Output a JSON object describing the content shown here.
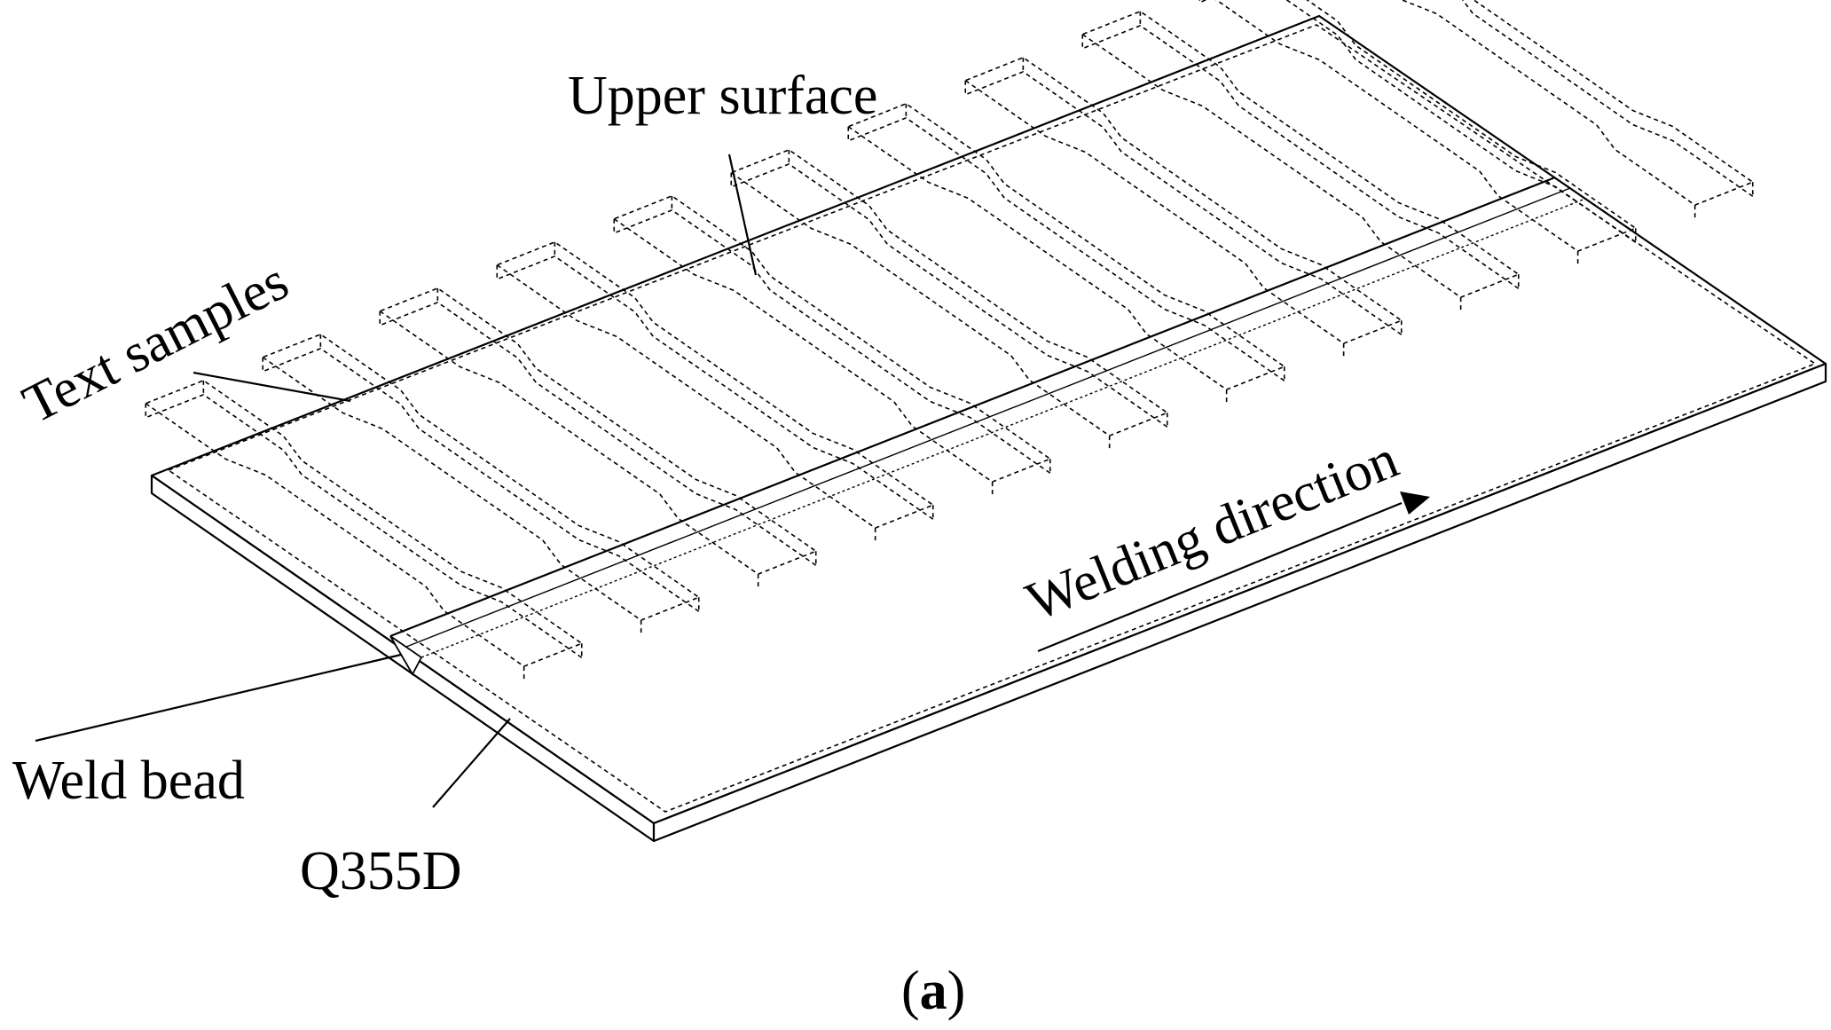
{
  "labels": {
    "upper_surface": "Upper surface",
    "text_samples": "Text samples",
    "welding_direction": "Welding direction",
    "weld_bead": "Weld bead",
    "material": "Q355D"
  },
  "subfigure": {
    "open": "(",
    "letter": "a",
    "close": ")"
  },
  "sample_count": 11
}
